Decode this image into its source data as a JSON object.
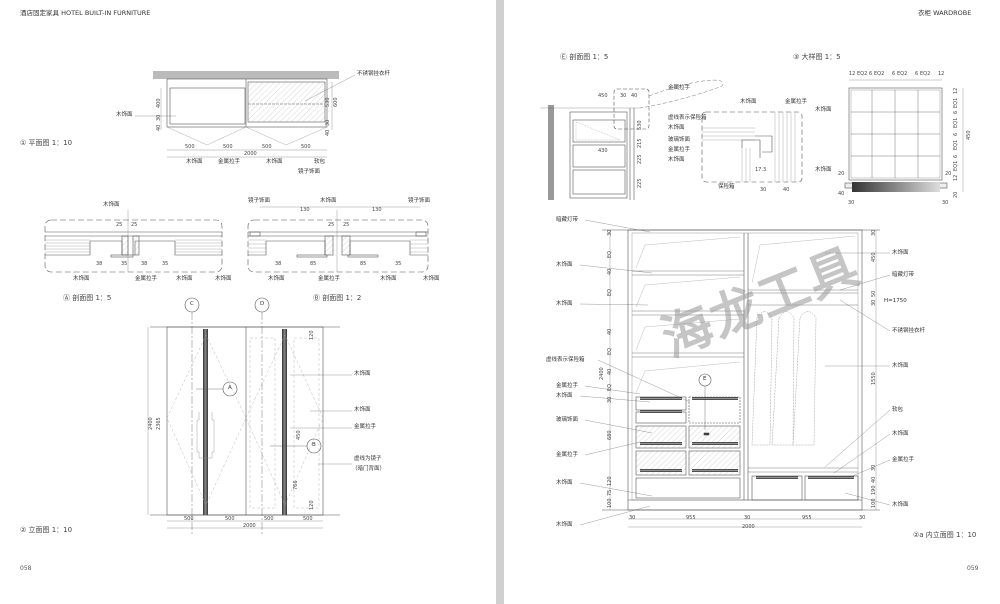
{
  "header": {
    "left": "酒店固定家具  HOTEL BUILT-IN FURNITURE",
    "right": "衣柜    WARDROBE"
  },
  "pages": {
    "left": "058",
    "right": "059"
  },
  "watermark": "海龙工具",
  "plan": {
    "title": "① 平面图  1：10",
    "labels": [
      "不锈钢挂衣杆",
      "木饰面",
      "木饰面",
      "金属拉手",
      "木饰面",
      "软包",
      "镜子饰面"
    ],
    "dims": [
      "500",
      "500",
      "500",
      "500",
      "2000"
    ],
    "vdims": [
      "400",
      "30",
      "40",
      "600",
      "30",
      "530",
      "40"
    ]
  },
  "section_a": {
    "title": "Ⓐ 剖面图  1：5",
    "labels": [
      "木饰面",
      "木饰面",
      "金属拉手",
      "木饰面",
      "木饰面"
    ],
    "dims": [
      "25",
      "25",
      "38",
      "35",
      "38",
      "35"
    ]
  },
  "section_b": {
    "title": "Ⓑ 剖面图  1：2",
    "labels": [
      "镜子饰面",
      "木饰面",
      "镜子饰面",
      "木饰面",
      "金属拉手",
      "木饰面",
      "木饰面"
    ],
    "dims": [
      "130",
      "130",
      "25",
      "25",
      "38",
      "85",
      "85",
      "35"
    ]
  },
  "elevation": {
    "title": "② 立面图  1：10",
    "markers": [
      "C",
      "D",
      "A",
      "B"
    ],
    "labels": [
      "木饰面",
      "木饰面",
      "金属拉手",
      "虚线为镜子",
      "（暗门背面）"
    ],
    "dims": [
      "500",
      "500",
      "500",
      "500",
      "2000"
    ],
    "vdims": [
      "2400",
      "2365",
      "120",
      "450",
      "766",
      "120"
    ]
  },
  "section_e": {
    "title": "Ⓔ 剖面图  1：5",
    "labels": [
      "金属拉手",
      "虚线表示保险箱",
      "木饰面",
      "玻璃饰面",
      "金属拉手",
      "木饰面",
      "木饰面",
      "金属拉手",
      "木饰面",
      "木饰面",
      "保险箱"
    ],
    "dims": [
      "450",
      "30",
      "40",
      "430",
      "30",
      "40",
      "17.3"
    ],
    "vdims": [
      "530",
      "215",
      "225",
      "225"
    ]
  },
  "detail_3": {
    "title": "③ 大样图  1：5",
    "top_dims": [
      "12",
      "EQ2",
      "6",
      "EQ2",
      "6",
      "EQ2",
      "6",
      "EQ2",
      "12"
    ],
    "side_dims": [
      "12",
      "EQ1",
      "6",
      "EQ1",
      "6",
      "EQ1",
      "6",
      "EQ1",
      "12",
      "20",
      "450"
    ],
    "bottom_dims": [
      "30",
      "30",
      "20",
      "20",
      "40"
    ]
  },
  "interior_elevation": {
    "title": "②a 内立面图  1：10",
    "left_labels": [
      "暗藏灯带",
      "木饰面",
      "木饰面",
      "虚线表示保险箱",
      "金属拉手",
      "木饰面",
      "玻璃饰面",
      "金属拉手",
      "木饰面",
      "木饰面"
    ],
    "right_labels": [
      "木饰面",
      "暗藏灯带",
      "不锈钢挂衣杆",
      "木饰面",
      "软包",
      "木饰面",
      "金属拉手",
      "木饰面"
    ],
    "hanger_height": "H=1750",
    "marker": "E",
    "bottom_dims": [
      "30",
      "955",
      "30",
      "955",
      "30",
      "2000"
    ],
    "left_vdims": [
      "30",
      "EQ",
      "40",
      "EQ",
      "40",
      "EQ",
      "40",
      "EQ",
      "30",
      "680",
      "120",
      "75",
      "100",
      "2400"
    ],
    "right_vdims": [
      "30",
      "450",
      "50",
      "30",
      "1550",
      "30",
      "40",
      "190",
      "100"
    ]
  }
}
